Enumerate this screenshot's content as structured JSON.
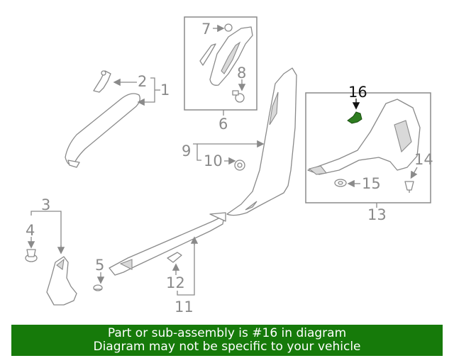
{
  "callouts": {
    "c1": "1",
    "c2": "2",
    "c3": "3",
    "c4": "4",
    "c5": "5",
    "c6": "6",
    "c7": "7",
    "c8": "8",
    "c9": "9",
    "c10": "10",
    "c11": "11",
    "c12": "12",
    "c13": "13",
    "c14": "14",
    "c15": "15",
    "c16": "16"
  },
  "highlighted_part": "16",
  "colors": {
    "banner_bg": "#167a0a",
    "highlight": "#2e7d20",
    "line_art": "#8a8a8a"
  },
  "banner": {
    "line1": "Part or sub-assembly is #16 in diagram",
    "line2": "Diagram may not be specific to your vehicle"
  }
}
